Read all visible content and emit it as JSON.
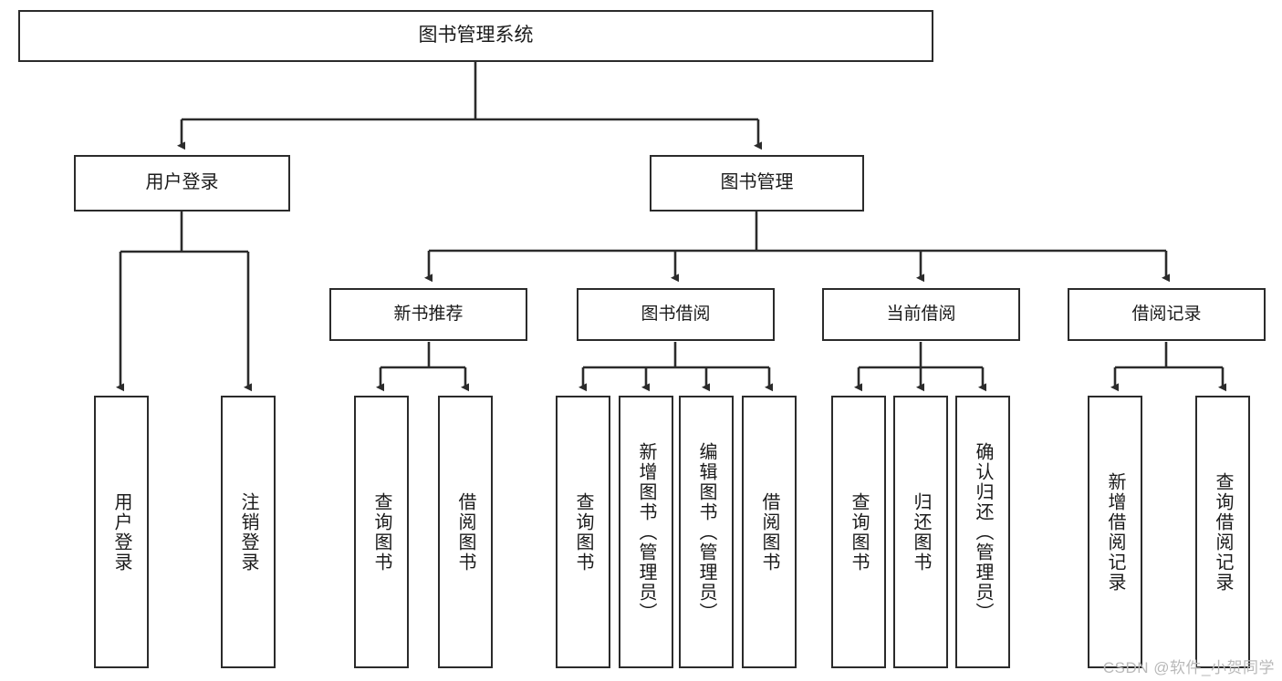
{
  "diagram": {
    "type": "tree-hierarchy",
    "title": "图书管理系统",
    "watermark": "CSDN @软件_小贺同学",
    "colors": {
      "box_border": "#2b2b2b",
      "box_fill": "#ffffff",
      "edge": "#2b2b2b",
      "text": "#1a1a1a",
      "watermark": "#b9b9b9"
    },
    "nodes": {
      "root": {
        "label": "图书管理系统"
      },
      "level2": [
        {
          "id": "user-login",
          "label": "用户登录"
        },
        {
          "id": "book-manage",
          "label": "图书管理"
        }
      ],
      "level3": [
        {
          "id": "new-book-recommend",
          "label": "新书推荐"
        },
        {
          "id": "book-borrow",
          "label": "图书借阅"
        },
        {
          "id": "current-borrow",
          "label": "当前借阅"
        },
        {
          "id": "borrow-record",
          "label": "借阅记录"
        }
      ],
      "leaves": [
        {
          "id": "leaf-user-login",
          "label": "用户登录",
          "parent": "user-login"
        },
        {
          "id": "leaf-user-logout",
          "label": "注销登录",
          "parent": "user-login"
        },
        {
          "id": "leaf-query-book-1",
          "label": "查询图书",
          "parent": "new-book-recommend"
        },
        {
          "id": "leaf-borrow-book-1",
          "label": "借阅图书",
          "parent": "new-book-recommend"
        },
        {
          "id": "leaf-query-book-2",
          "label": "查询图书",
          "parent": "book-borrow"
        },
        {
          "id": "leaf-add-book",
          "label": "新增图书（管理员）",
          "parent": "book-borrow"
        },
        {
          "id": "leaf-edit-book",
          "label": "编辑图书（管理员）",
          "parent": "book-borrow"
        },
        {
          "id": "leaf-borrow-book-2",
          "label": "借阅图书",
          "parent": "book-borrow"
        },
        {
          "id": "leaf-query-book-3",
          "label": "查询图书",
          "parent": "current-borrow"
        },
        {
          "id": "leaf-return-book",
          "label": "归还图书",
          "parent": "current-borrow"
        },
        {
          "id": "leaf-confirm-return",
          "label": "确认归还（管理员）",
          "parent": "current-borrow"
        },
        {
          "id": "leaf-add-record",
          "label": "新增借阅记录",
          "parent": "borrow-record"
        },
        {
          "id": "leaf-query-record",
          "label": "查询借阅记录",
          "parent": "borrow-record"
        }
      ]
    }
  }
}
